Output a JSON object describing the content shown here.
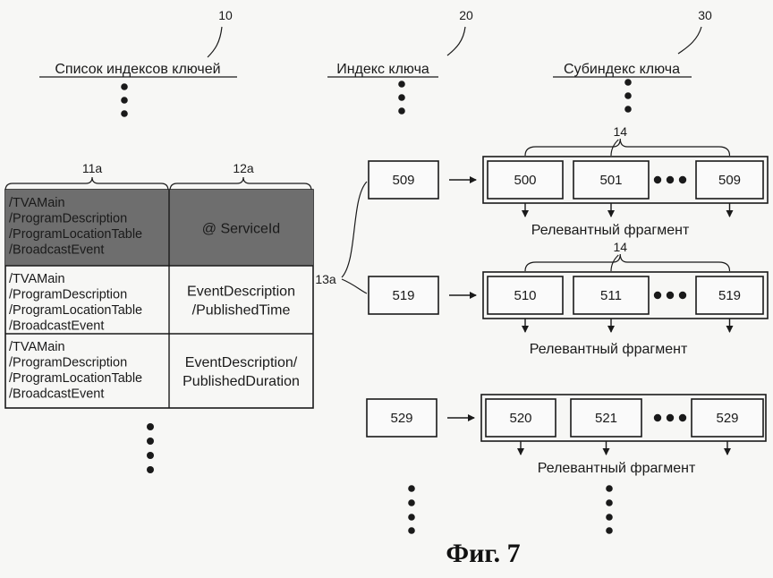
{
  "figure": {
    "caption": "Фиг. 7",
    "headers": [
      {
        "label": "Список индексов ключей",
        "ref": "10"
      },
      {
        "label": "Индекс ключа",
        "ref": "20"
      },
      {
        "label": "Субиндекс ключа",
        "ref": "30"
      }
    ],
    "table": {
      "col_refs": [
        "11a",
        "12a"
      ],
      "rows": [
        {
          "path": [
            "/TVAMain",
            "/ProgramDescription",
            "/ProgramLocationTable",
            "/BroadcastEvent"
          ],
          "value": [
            "@ ServiceId"
          ],
          "shaded": true
        },
        {
          "path": [
            "/TVAMain",
            "/ProgramDescription",
            "/ProgramLocationTable",
            "/BroadcastEvent"
          ],
          "value": [
            "EventDescription",
            "/PublishedTime"
          ],
          "shaded": false
        },
        {
          "path": [
            "/TVAMain",
            "/ProgramDescription",
            "/ProgramLocationTable",
            "/BroadcastEvent"
          ],
          "value": [
            "EventDescription/",
            "PublishedDuration"
          ],
          "shaded": false
        }
      ]
    },
    "key_index_ref": "13a",
    "subindex_ref": "14",
    "groups": [
      {
        "key": "509",
        "subkeys": [
          "500",
          "501",
          "509"
        ],
        "fragment_label": "Релевантный фрагмент"
      },
      {
        "key": "519",
        "subkeys": [
          "510",
          "511",
          "519"
        ],
        "fragment_label": "Релевантный фрагмент"
      },
      {
        "key": "529",
        "subkeys": [
          "520",
          "521",
          "529"
        ],
        "fragment_label": "Релевантный фрагмент"
      }
    ]
  }
}
